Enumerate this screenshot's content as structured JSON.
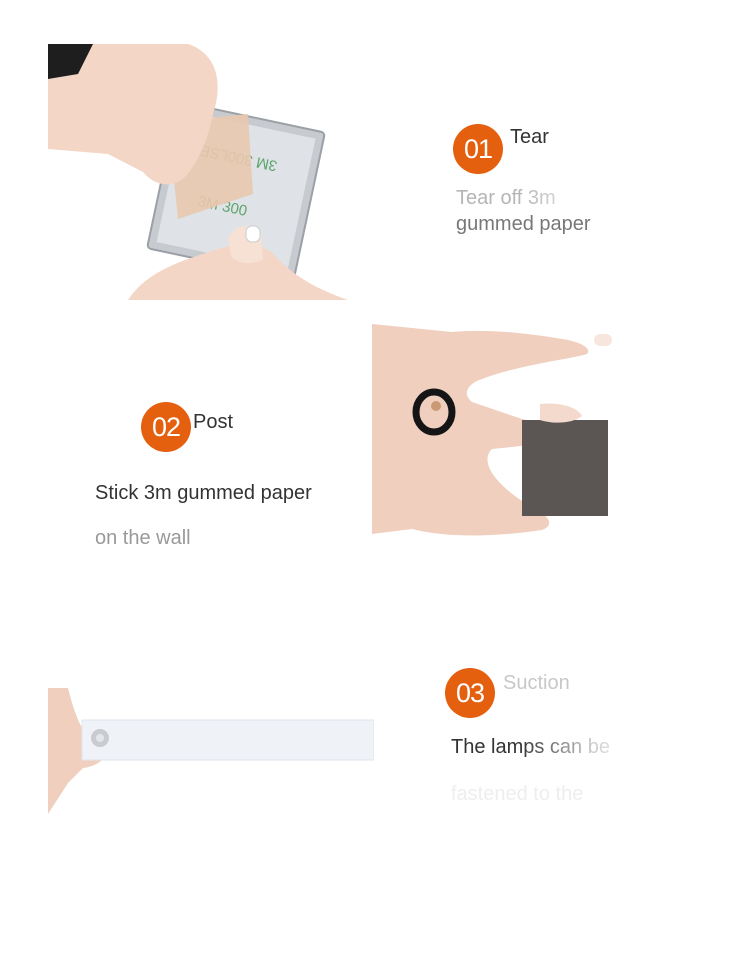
{
  "steps": [
    {
      "number": "01",
      "title": "Tear",
      "lines": [
        "Tear off 3m",
        "gummed paper"
      ]
    },
    {
      "number": "02",
      "title": "Post",
      "lines": [
        "Stick 3m gummed paper",
        "on the wall"
      ]
    },
    {
      "number": "03",
      "title": "Suction",
      "lines": [
        "The lamps can be",
        "fastened to the"
      ]
    }
  ],
  "tape_print": {
    "line1": "3M 300LSE",
    "line2": "3M 300"
  },
  "colors": {
    "badge": "#e4600f",
    "text": "#333333",
    "faded_text": "#c8c8c8"
  }
}
